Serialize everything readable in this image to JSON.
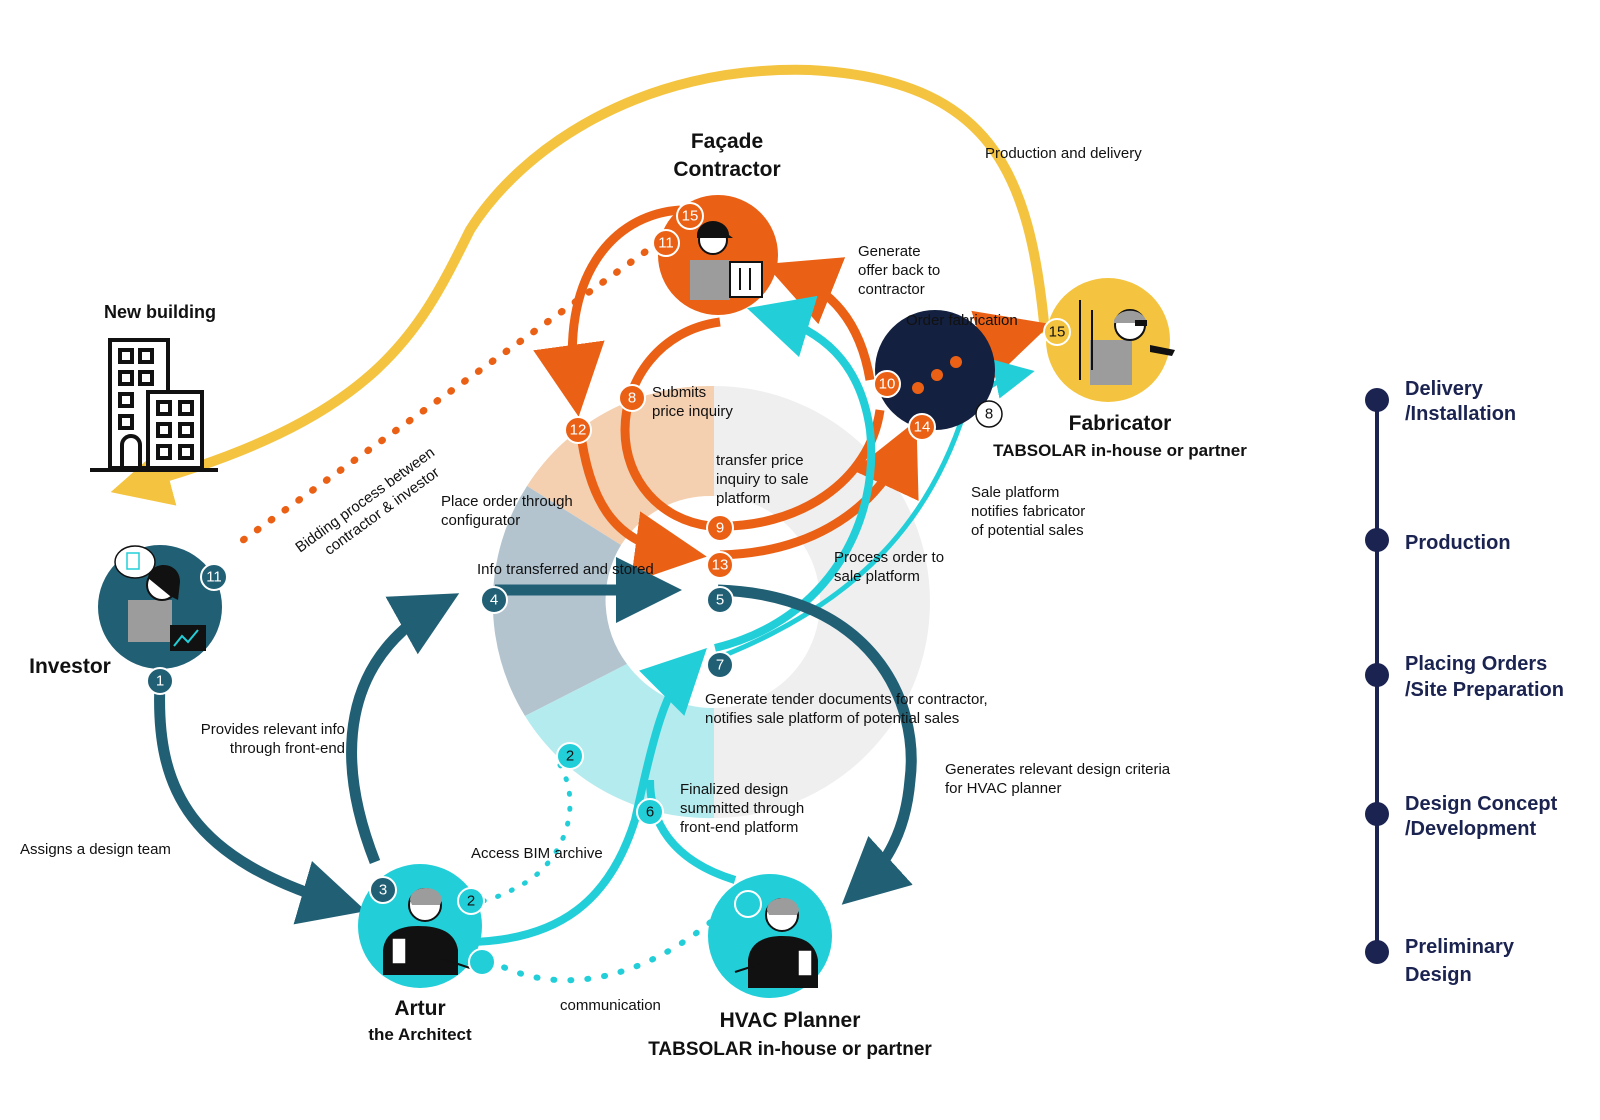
{
  "colors": {
    "orange": "#ea6115",
    "teal": "#22cfd8",
    "dark_teal": "#215f74",
    "yellow": "#f4c440",
    "navy": "#13203f",
    "peach": "#f4cfb0",
    "grey_blue": "#b3c4cf",
    "light_teal": "#b4ebee",
    "light_grey": "#efefef"
  },
  "actors": {
    "facade": {
      "title_line1": "Façade",
      "title_line2": "Contractor",
      "icon": "worker-hardhat-icon"
    },
    "fabricator": {
      "title": "Fabricator",
      "subtitle": "TABSOLAR in-house or partner",
      "icon": "fabricator-worker-icon"
    },
    "investor": {
      "title": "Investor",
      "icon": "investor-person-icon"
    },
    "architect": {
      "title": "Artur",
      "subtitle": "the Architect",
      "icon": "architect-drawing-icon"
    },
    "hvac": {
      "title": "HVAC Planner",
      "subtitle": "TABSOLAR in-house or partner",
      "icon": "hvac-planner-icon"
    },
    "building": {
      "title": "New building",
      "icon": "building-icon"
    }
  },
  "labels": {
    "production_delivery": "Production and delivery",
    "generate_offer_1": "Generate",
    "generate_offer_2": "offer back to",
    "generate_offer_3": "contractor",
    "order_fabrication": "Order fabrication",
    "submits_1": "Submits",
    "submits_2": "price inquiry",
    "transfer_1": "transfer price",
    "transfer_2": "inquiry to sale",
    "transfer_3": "platform",
    "place_order_1": "Place order through",
    "place_order_2": "configurator",
    "info_transferred": "Info transferred and stored",
    "process_order_1": "Process order to",
    "process_order_2": "sale platform",
    "sale_platform_1": "Sale platform",
    "sale_platform_2": "notifies fabricator",
    "sale_platform_3": "of potential sales",
    "bidding_1": "Bidding process between",
    "bidding_2": "contractor & investor",
    "provides_1": "Provides relevant info",
    "provides_2": "through front-end",
    "assigns": "Assigns a design team",
    "tender_1": "Generate tender documents for contractor,",
    "tender_2": "notifies sale platform of potential sales",
    "criteria_1": "Generates relevant design criteria",
    "criteria_2": "for HVAC planner",
    "finalized_1": "Finalized design",
    "finalized_2": "summitted through",
    "finalized_3": "front-end platform",
    "access_bim": "Access BIM archive",
    "communication": "communication"
  },
  "steps": {
    "s1": "1",
    "s2a": "2",
    "s2b": "2",
    "s3": "3",
    "s4": "4",
    "s5": "5",
    "s6": "6",
    "s7": "7",
    "s8a": "8",
    "s8b": "8",
    "s9": "9",
    "s10": "10",
    "s11a": "11",
    "s11b": "11",
    "s12": "12",
    "s13": "13",
    "s14": "14",
    "s15a": "15",
    "s15b": "15"
  },
  "timeline": [
    {
      "line1": "Delivery",
      "line2": "/Installation"
    },
    {
      "line1": "Production",
      "line2": ""
    },
    {
      "line1": "Placing Orders",
      "line2": "/Site Preparation"
    },
    {
      "line1": "Design Concept",
      "line2": "/Development"
    },
    {
      "line1": "Preliminary",
      "line2": "Design"
    }
  ]
}
